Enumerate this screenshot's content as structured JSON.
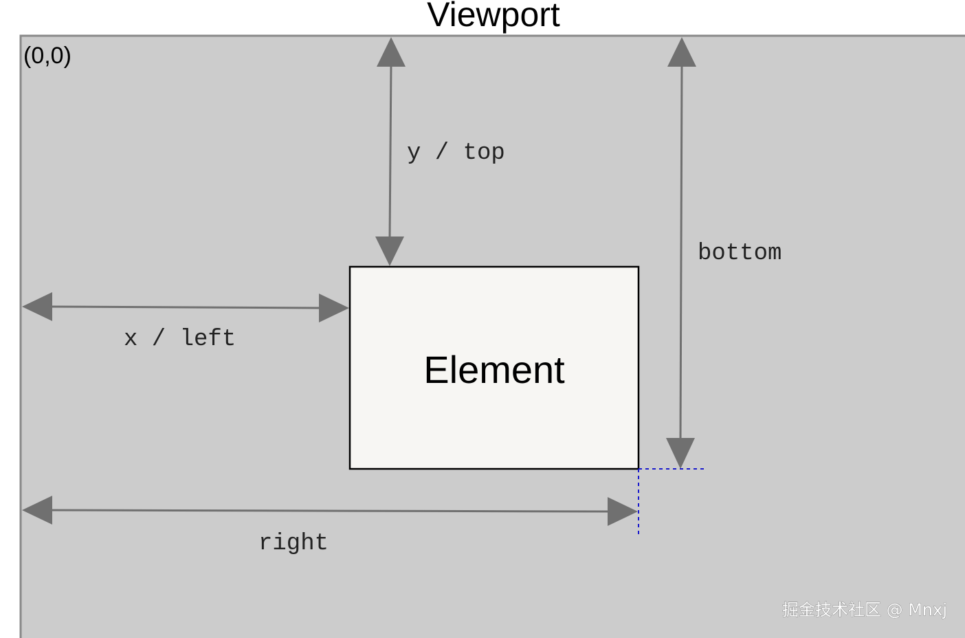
{
  "title": "Viewport",
  "origin_label": "(0,0)",
  "element_label": "Element",
  "labels": {
    "top": "y / top",
    "left": "x / left",
    "bottom": "bottom",
    "right": "right"
  },
  "watermark": "掘金技术社区 @ Mnxj",
  "colors": {
    "viewport_fill": "#cccccc",
    "viewport_border": "#888888",
    "element_fill": "#f7f6f3",
    "element_border": "#000000",
    "arrow": "#707070",
    "dotted_guide": "#1a1acc"
  }
}
